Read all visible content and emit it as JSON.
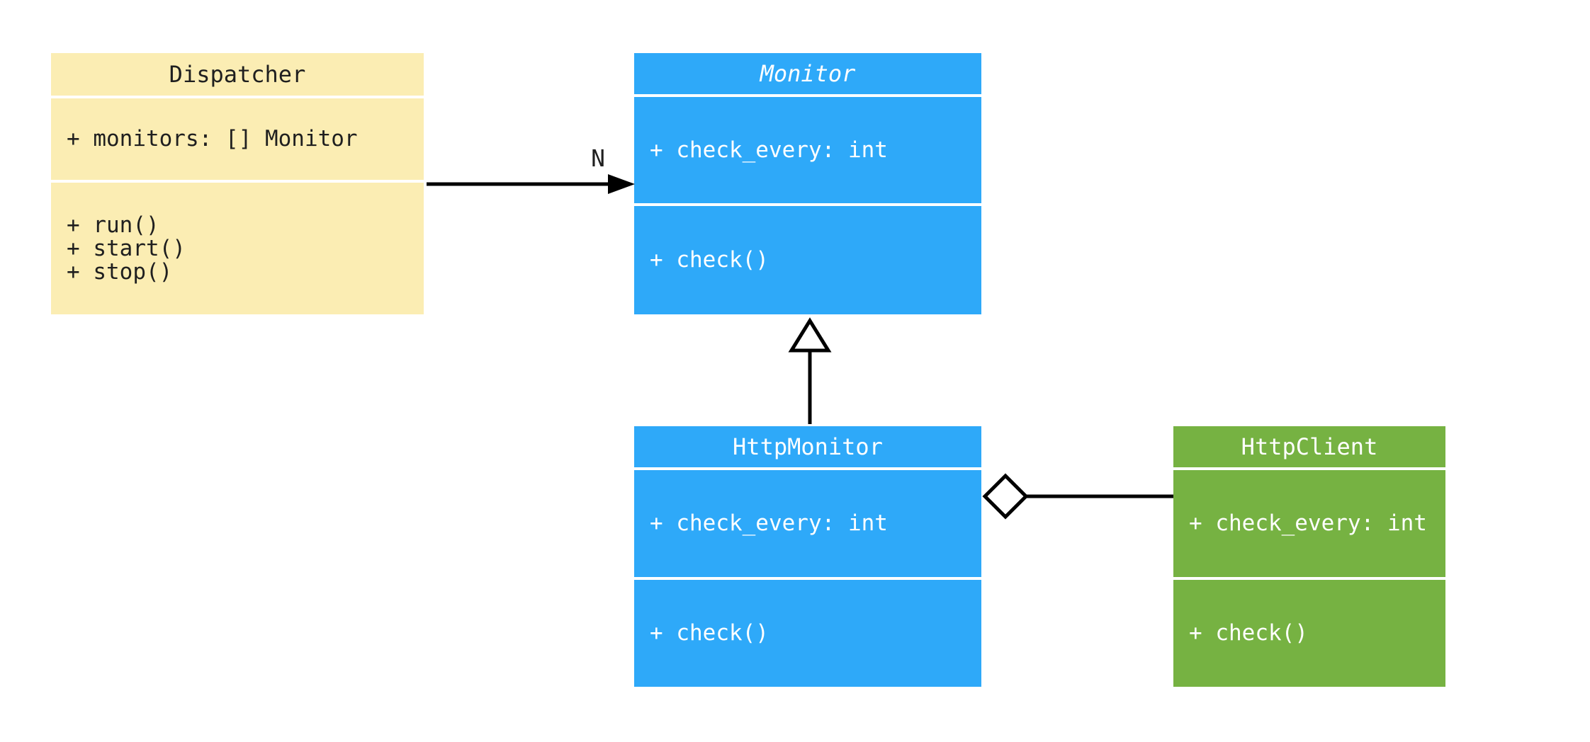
{
  "diagram": {
    "background": "#ffffff",
    "line_color": "#000000",
    "classes": [
      {
        "id": "dispatcher",
        "name": "Dispatcher",
        "abstract": false,
        "fill": "#FBEDB3",
        "text_color": "#1F1F1F",
        "attributes": [
          "+ monitors: [] Monitor"
        ],
        "methods": [
          "+ run()",
          "+ start()",
          "+ stop()"
        ]
      },
      {
        "id": "monitor",
        "name": "Monitor",
        "abstract": true,
        "title_font_style": "italic",
        "fill": "#2EA9F9",
        "text_color": "#FFFFFF",
        "attributes": [
          "+ check_every: int"
        ],
        "methods": [
          "+ check()"
        ]
      },
      {
        "id": "http-monitor",
        "name": "HttpMonitor",
        "abstract": false,
        "fill": "#2EA9F9",
        "text_color": "#FFFFFF",
        "attributes": [
          "+ check_every: int"
        ],
        "methods": [
          "+ check()"
        ]
      },
      {
        "id": "http-client",
        "name": "HttpClient",
        "abstract": false,
        "fill": "#76B242",
        "text_color": "#FFFFFF",
        "attributes": [
          "+ check_every: int"
        ],
        "methods": [
          "+ check()"
        ]
      }
    ],
    "relationships": [
      {
        "type": "association",
        "from": "Dispatcher",
        "to": "Monitor",
        "label": "N",
        "arrow": "filled-arrowhead"
      },
      {
        "type": "inheritance",
        "from": "HttpMonitor",
        "to": "Monitor",
        "label": "",
        "arrow": "hollow-triangle"
      },
      {
        "type": "aggregation",
        "from": "HttpMonitor",
        "to": "HttpClient",
        "label": "",
        "arrow": "hollow-diamond"
      }
    ]
  }
}
